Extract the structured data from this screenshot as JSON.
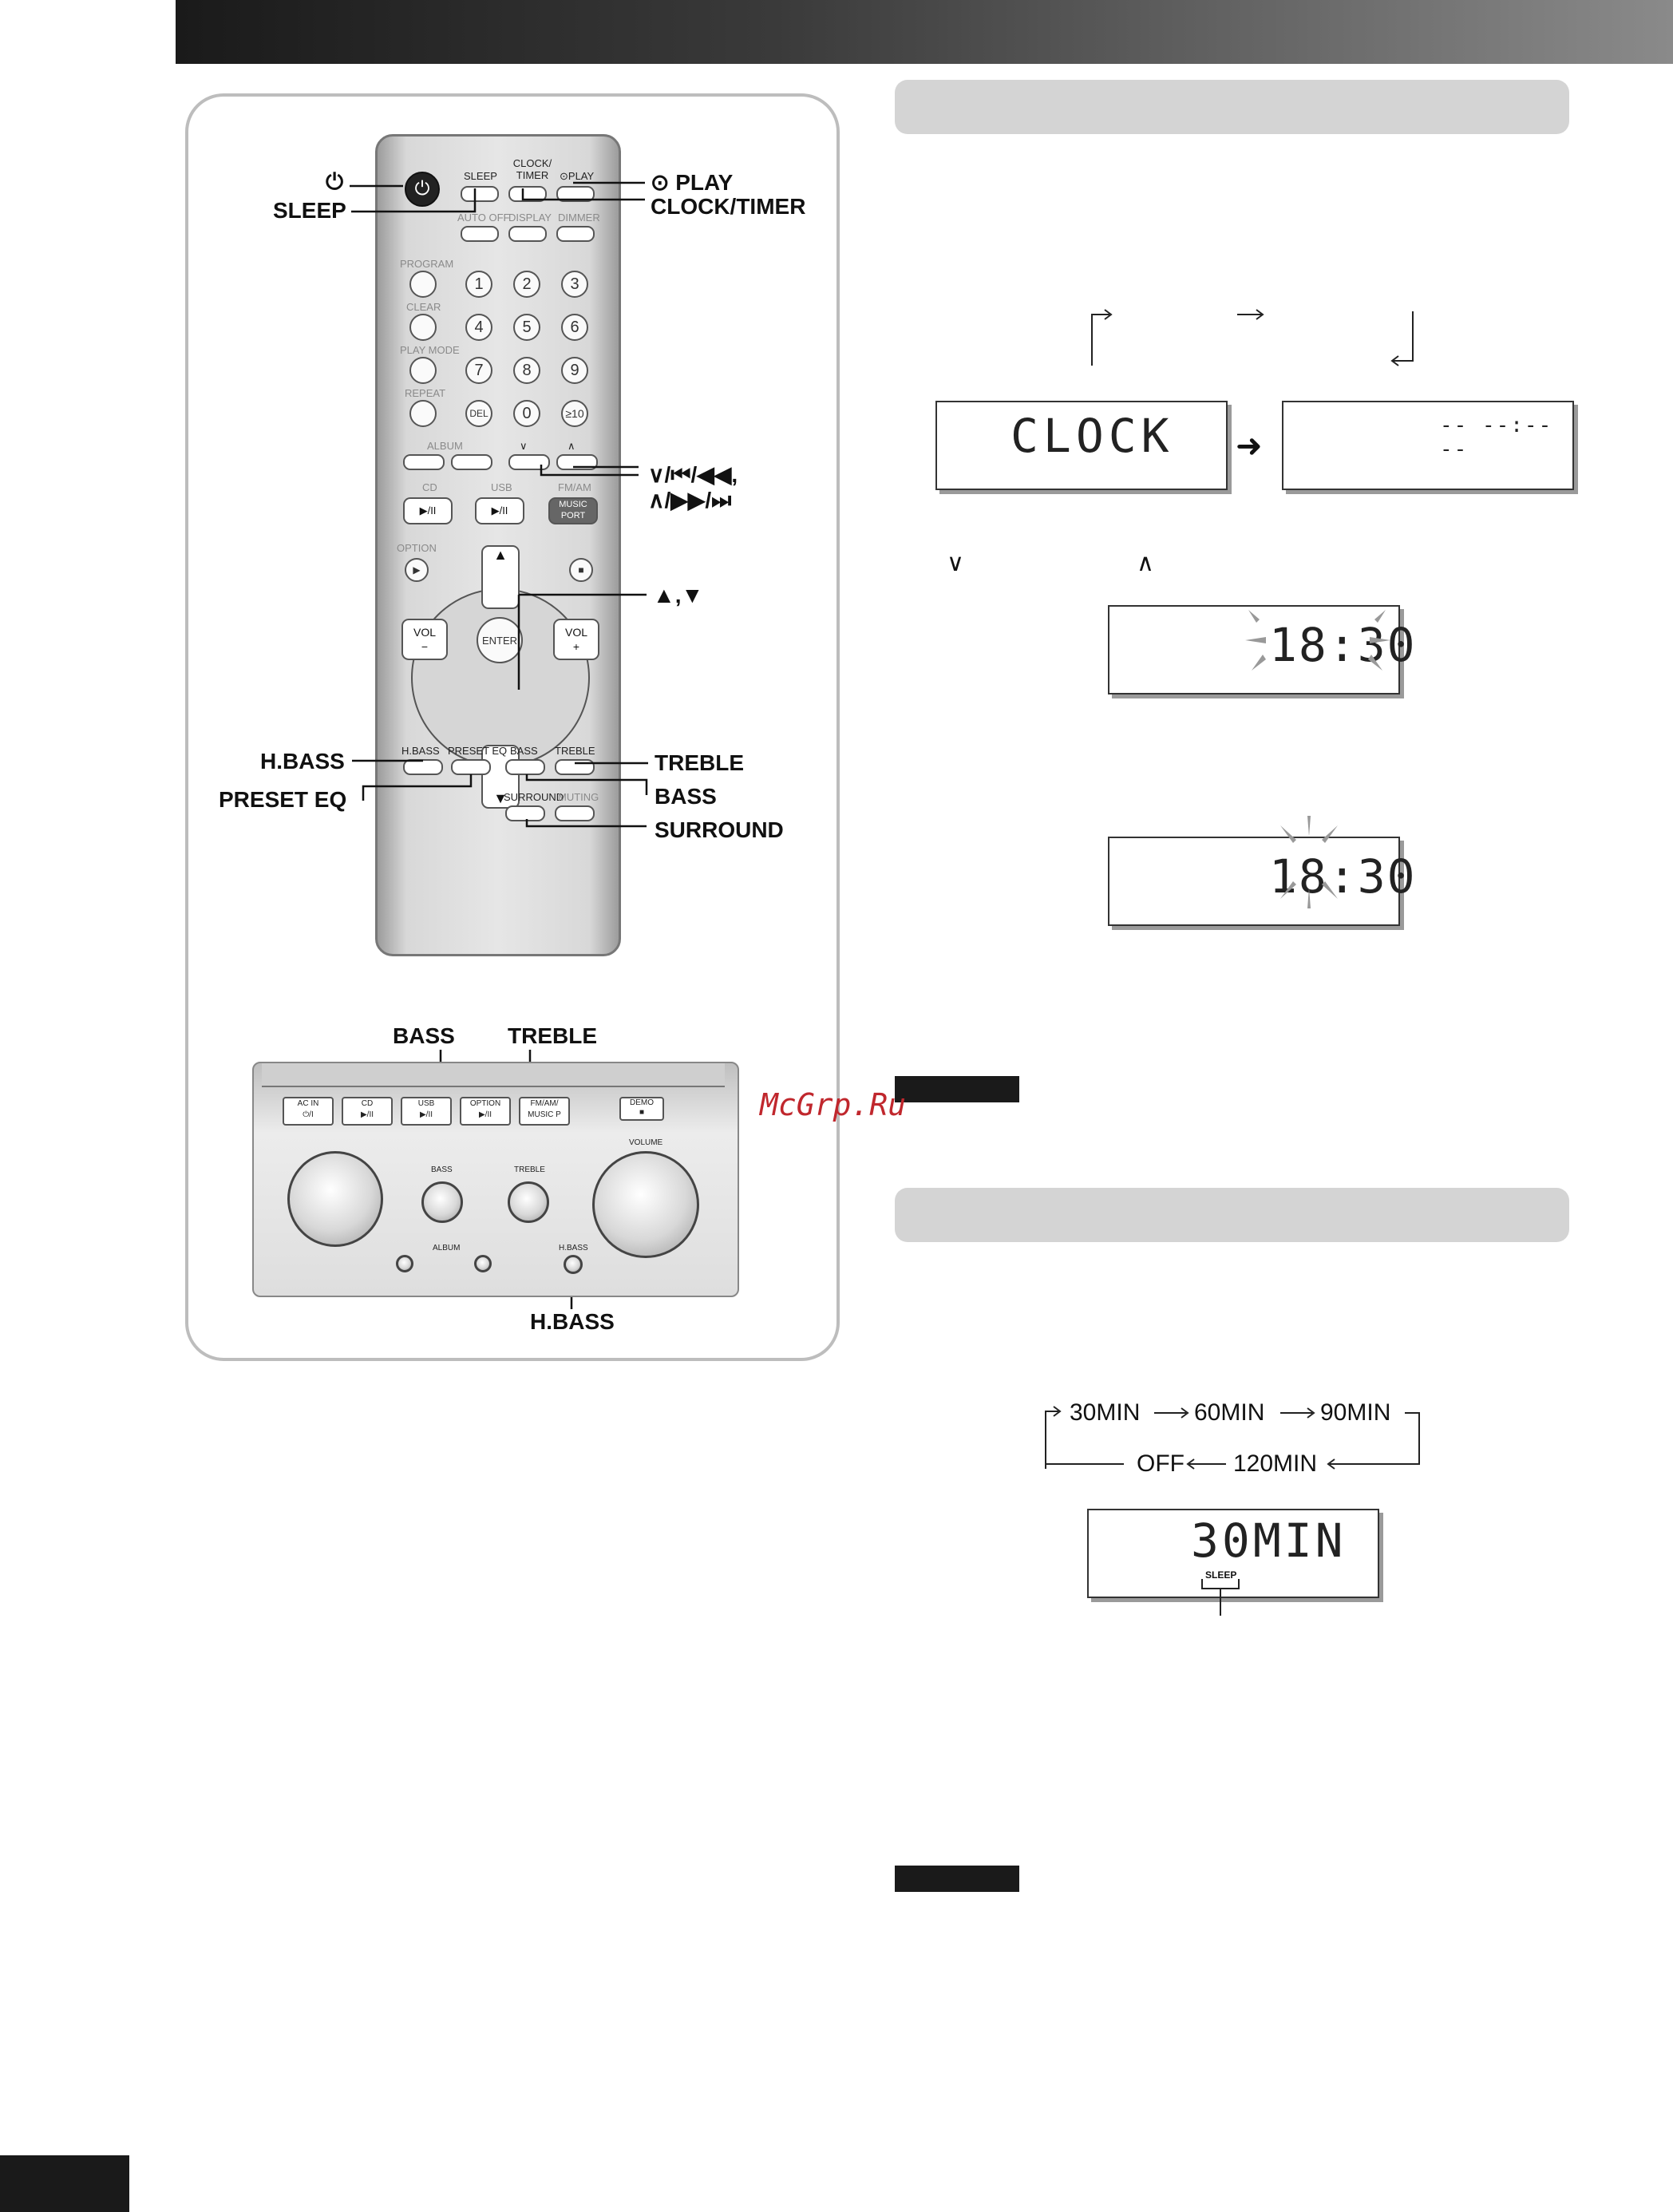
{
  "remote": {
    "top_buttons": [
      "SLEEP",
      "CLOCK/\nTIMER",
      "⊙PLAY"
    ],
    "row2_buttons": [
      "AUTO OFF",
      "DISPLAY",
      "DIMMER"
    ],
    "side_labels": [
      "PROGRAM",
      "CLEAR",
      "PLAY MODE",
      "REPEAT"
    ],
    "digits": [
      "1",
      "2",
      "3",
      "4",
      "5",
      "6",
      "7",
      "8",
      "9",
      "DEL",
      "0",
      "≥10"
    ],
    "album_label": "ALBUM",
    "skip_labels": [
      "∨",
      "∧"
    ],
    "source_labels": [
      "CD",
      "USB",
      "FM/AM"
    ],
    "source_buttons": [
      "▶/II",
      "▶/II",
      "MUSIC\nPORT"
    ],
    "option_label": "OPTION",
    "nav": {
      "up": "▲",
      "down": "▼",
      "enter": "ENTER",
      "vol_minus": "VOL\n−",
      "vol_plus": "VOL\n+"
    },
    "tone_buttons": [
      "H.BASS",
      "PRESET EQ",
      "BASS",
      "TREBLE"
    ],
    "bottom_buttons": [
      "SURROUND",
      "MUTING"
    ]
  },
  "callouts": {
    "power": "⏻",
    "sleep": "SLEEP",
    "play": "⊙ PLAY",
    "clock_timer": "CLOCK/TIMER",
    "skip_line1": "∨/⏮/◀◀,",
    "skip_line2": "∧/▶▶/⏭",
    "arrows": "▲,▼",
    "hbass": "H.BASS",
    "preset_eq": "PRESET EQ",
    "treble": "TREBLE",
    "bass": "BASS",
    "surround": "SURROUND",
    "unit_bass": "BASS",
    "unit_treble": "TREBLE",
    "unit_hbass": "H.BASS"
  },
  "unit_panel": {
    "buttons": [
      "AC IN\n⏻/I",
      "CD\n▶/II",
      "USB\n▶/II",
      "OPTION\n▶/II",
      "FM/AM/\nMUSIC P",
      "DEMO\n■"
    ],
    "knob_labels": [
      "BASS",
      "TREBLE",
      "VOLUME",
      "H.BASS",
      "ALBUM"
    ]
  },
  "clock_section": {
    "display1": "CLOCK",
    "display2": "-- --:-- --",
    "down_symbol": "∨",
    "up_symbol": "∧",
    "display3": "18:30",
    "display4": "18:30"
  },
  "sleep_section": {
    "sequence_top": [
      "30MIN",
      "60MIN",
      "90MIN"
    ],
    "sequence_bottom": [
      "OFF",
      "120MIN"
    ],
    "display": "30MIN",
    "indicator": "SLEEP"
  },
  "watermark": "McGrp.Ru"
}
